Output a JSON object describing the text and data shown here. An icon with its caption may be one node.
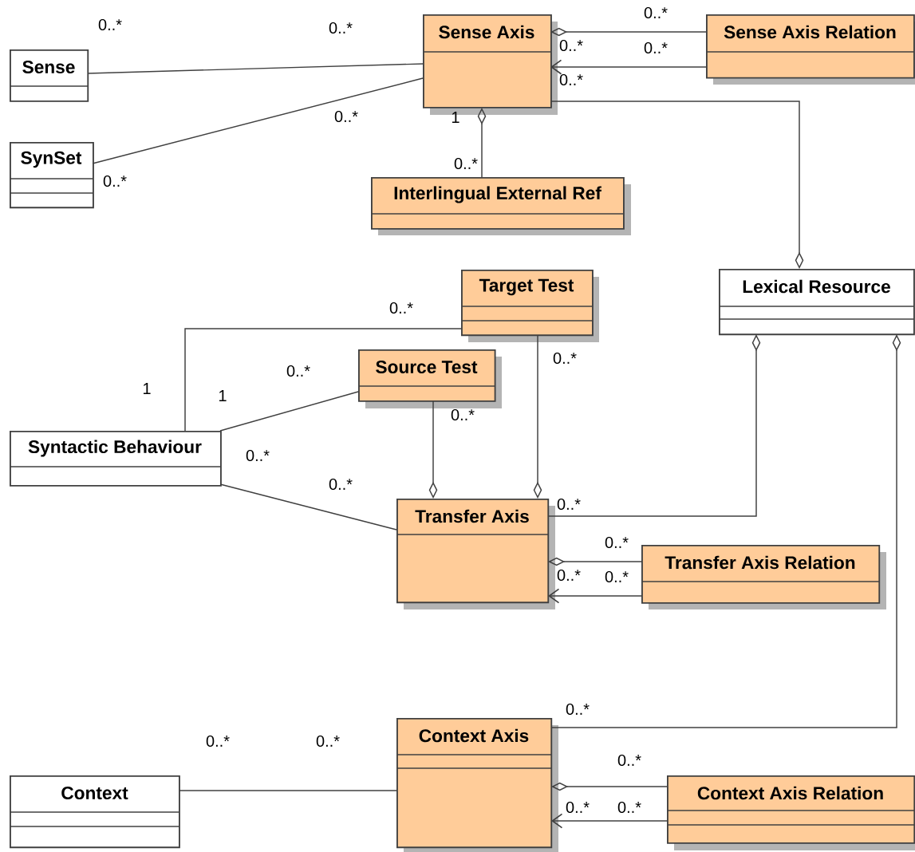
{
  "diagram": {
    "nodes": [
      {
        "text": [
          "Sense"
        ]
      },
      {
        "text": [
          "Sense Axis"
        ]
      },
      {
        "text": [
          "Sense Axis Relation"
        ]
      },
      {
        "text": [
          "SynSet"
        ]
      },
      {
        "text": [
          "Interlingual External Ref"
        ]
      },
      {
        "text": [
          "Target Test"
        ]
      },
      {
        "text": [
          "Lexical Resource"
        ]
      },
      {
        "text": [
          "Source Test"
        ]
      },
      {
        "text": [
          "Syntactic Behaviour"
        ]
      },
      {
        "text": [
          "Transfer Axis"
        ]
      },
      {
        "text": [
          "Transfer Axis Relation"
        ]
      },
      {
        "text": [
          "Context Axis"
        ]
      },
      {
        "text": [
          "Context"
        ]
      },
      {
        "text": [
          "Context Axis Relation"
        ]
      }
    ],
    "edges": [
      {
        "from": 0,
        "to": 1,
        "arrow": "none"
      },
      {
        "from": 3,
        "to": 1,
        "arrow": "none"
      },
      {
        "from": 2,
        "to": 1,
        "arrow": "other"
      },
      {
        "from": 2,
        "to": 1,
        "arrow": "to"
      },
      {
        "from": 4,
        "to": 1,
        "arrow": "other"
      },
      {
        "from": 1,
        "to": 6,
        "arrow": "other"
      },
      {
        "from": 5,
        "to": 8,
        "arrow": "none"
      },
      {
        "from": 7,
        "to": 8,
        "arrow": "none"
      },
      {
        "from": 8,
        "to": 9,
        "arrow": "none"
      },
      {
        "from": 7,
        "to": 9,
        "arrow": "other"
      },
      {
        "from": 5,
        "to": 9,
        "arrow": "other"
      },
      {
        "from": 9,
        "to": 6,
        "arrow": "other"
      },
      {
        "from": 10,
        "to": 9,
        "arrow": "other"
      },
      {
        "from": 10,
        "to": 9,
        "arrow": "to"
      },
      {
        "from": 11,
        "to": 6,
        "arrow": "other"
      },
      {
        "from": 12,
        "to": 11,
        "arrow": "none"
      },
      {
        "from": 13,
        "to": 11,
        "arrow": "other"
      },
      {
        "from": 13,
        "to": 11,
        "arrow": "to"
      }
    ],
    "labels": [
      "0..*",
      "0..*",
      "0..*",
      "0..*",
      "0..*",
      "0..*",
      "0..*",
      "1",
      "0..*",
      "0..*",
      "0..*",
      "0..*",
      "0..*",
      "1",
      "1",
      "0..*",
      "0..*",
      "0..*",
      "0..*",
      "0..*",
      "0..*",
      "0..*",
      "0..*",
      "0..*",
      "0..*",
      "0..*",
      "0..*",
      "0..*"
    ]
  }
}
